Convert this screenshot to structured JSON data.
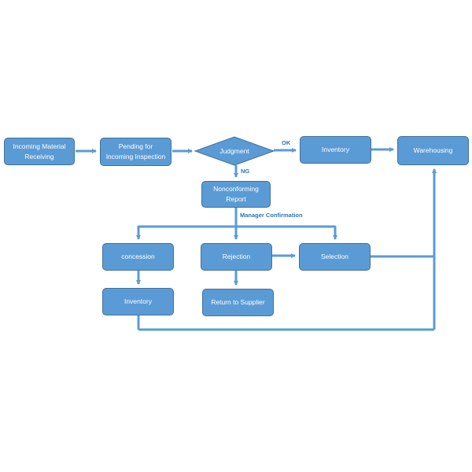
{
  "nodes": {
    "incoming_material_receiving": "Incoming Material\nReceiving",
    "pending_inspection": "Pending for\nIncoming Inspection",
    "judgment": "Judgment",
    "inventory_top": "Inventory",
    "warehousing": "Warehousing",
    "nonconforming_report": "Nonconforming\nReport",
    "concession": "concession",
    "rejection": "Rejection",
    "selection": "Selection",
    "inventory_bottom": "Inventory",
    "return_to_supplier": "Return to Supplier"
  },
  "edge_labels": {
    "ok": "OK",
    "ng": "NG",
    "manager_confirmation": "Manager Confirmation"
  },
  "colors": {
    "node_fill": "#5B9BD5",
    "node_border": "#41719C",
    "connector": "#5B9BD5",
    "label_text": "#2E75B6"
  }
}
